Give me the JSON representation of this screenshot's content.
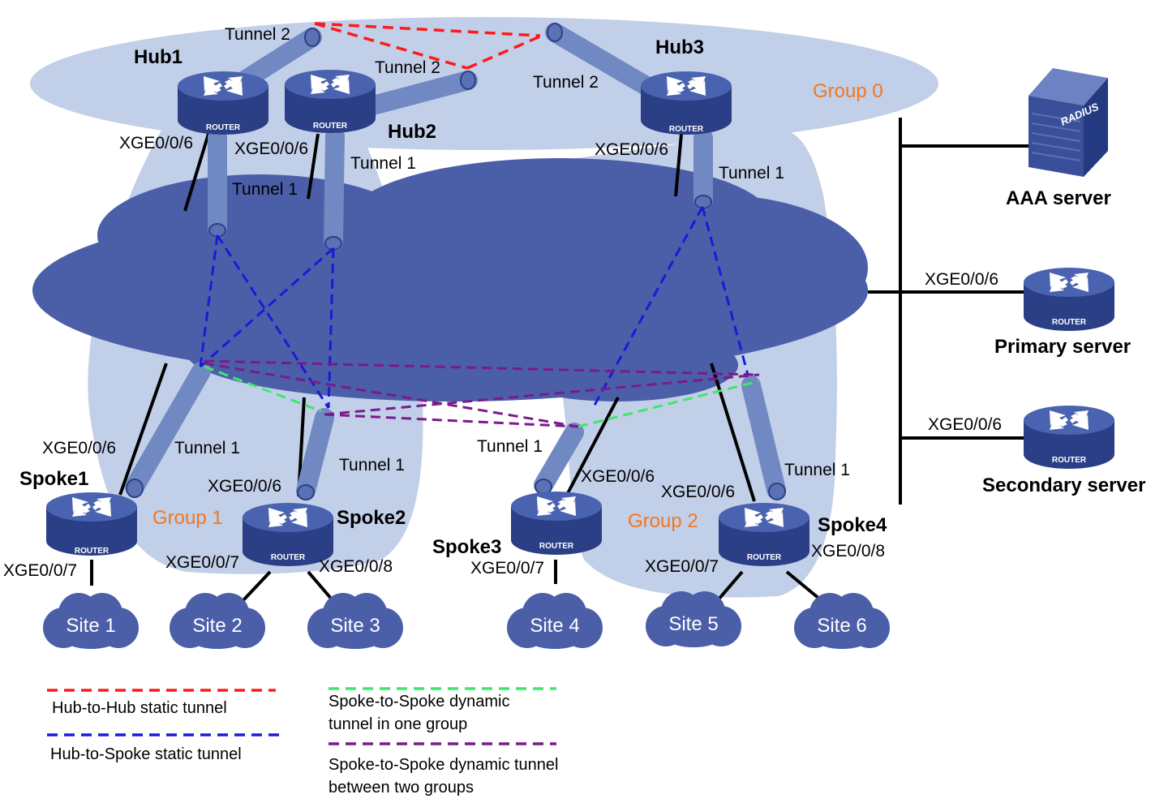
{
  "colors": {
    "group_region": "#c2cfe8",
    "network_cloud": "#4b5ea8",
    "router_body": "#3f56a4",
    "tunnel_pipe": "#7189c2",
    "group_label": "#f07820",
    "hub_to_hub": "#ff1a1a",
    "hub_to_spoke": "#1a1ad8",
    "spoke_same_group": "#3de86a",
    "spoke_between_groups": "#7a1a8c"
  },
  "groups": {
    "group0": "Group 0",
    "group1": "Group 1",
    "group2": "Group 2"
  },
  "router_badge": "ROUTER",
  "hubs": {
    "hub1": {
      "name": "Hub1",
      "port": "XGE0/0/6"
    },
    "hub2": {
      "name": "Hub2",
      "port": "XGE0/0/6"
    },
    "hub3": {
      "name": "Hub3",
      "port": "XGE0/0/6"
    }
  },
  "spokes": {
    "spoke1": {
      "name": "Spoke1",
      "uplink": "XGE0/0/6",
      "lan1": "XGE0/0/7"
    },
    "spoke2": {
      "name": "Spoke2",
      "uplink": "XGE0/0/6",
      "lan1": "XGE0/0/7",
      "lan2": "XGE0/0/8"
    },
    "spoke3": {
      "name": "Spoke3",
      "uplink": "XGE0/0/6",
      "lan1": "XGE0/0/7"
    },
    "spoke4": {
      "name": "Spoke4",
      "uplink": "XGE0/0/6",
      "lan1": "XGE0/0/7",
      "lan2": "XGE0/0/8"
    }
  },
  "tunnels": {
    "tunnel1": "Tunnel 1",
    "tunnel2": "Tunnel 2"
  },
  "sites": [
    "Site 1",
    "Site 2",
    "Site 3",
    "Site 4",
    "Site 5",
    "Site 6"
  ],
  "servers": {
    "aaa": {
      "name": "AAA server",
      "badge": "RADIUS"
    },
    "primary": {
      "name": "Primary server",
      "port": "XGE0/0/6"
    },
    "secondary": {
      "name": "Secondary server",
      "port": "XGE0/0/6"
    }
  },
  "legend": {
    "hub_to_hub": "Hub-to-Hub  static tunnel",
    "hub_to_spoke": "Hub-to-Spoke  static tunnel",
    "spoke_same_group_1": "Spoke-to-Spoke  dynamic",
    "spoke_same_group_2": "tunnel in one group",
    "spoke_between_groups_1": "Spoke-to-Spoke  dynamic tunnel",
    "spoke_between_groups_2": "between two groups"
  }
}
